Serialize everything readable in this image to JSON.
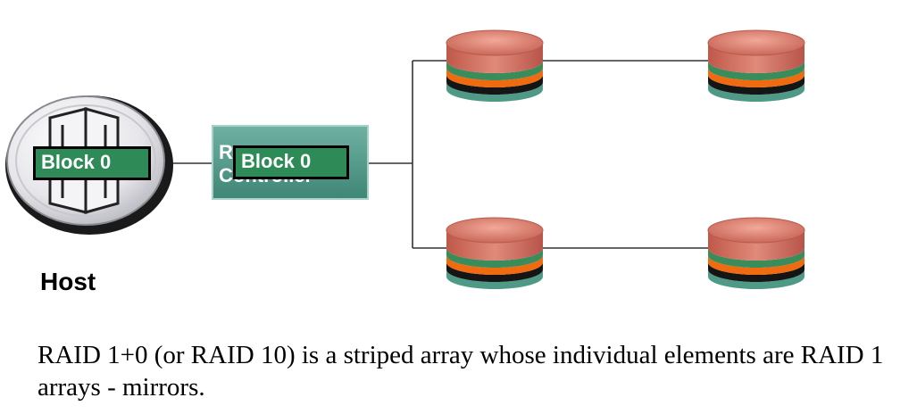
{
  "host": {
    "label": "Host",
    "block_label": "Block 0"
  },
  "controller": {
    "text_line1": "R",
    "text_line2": "Controller",
    "block_label": "Block 0"
  },
  "disks": {
    "count": 4,
    "layout": "two mirrored pairs"
  },
  "colors": {
    "disk_top": "#d87868",
    "disk_band_green": "#3a8c5a",
    "disk_band_orange": "#f06a10",
    "disk_band_black": "#151515",
    "disk_base": "#4f9a86",
    "block_fill": "#2e8b57",
    "controller_fill": "#4e9a8a"
  },
  "caption": "RAID 1+0 (or RAID 10) is a striped array whose individual elements are RAID 1 arrays - mirrors."
}
